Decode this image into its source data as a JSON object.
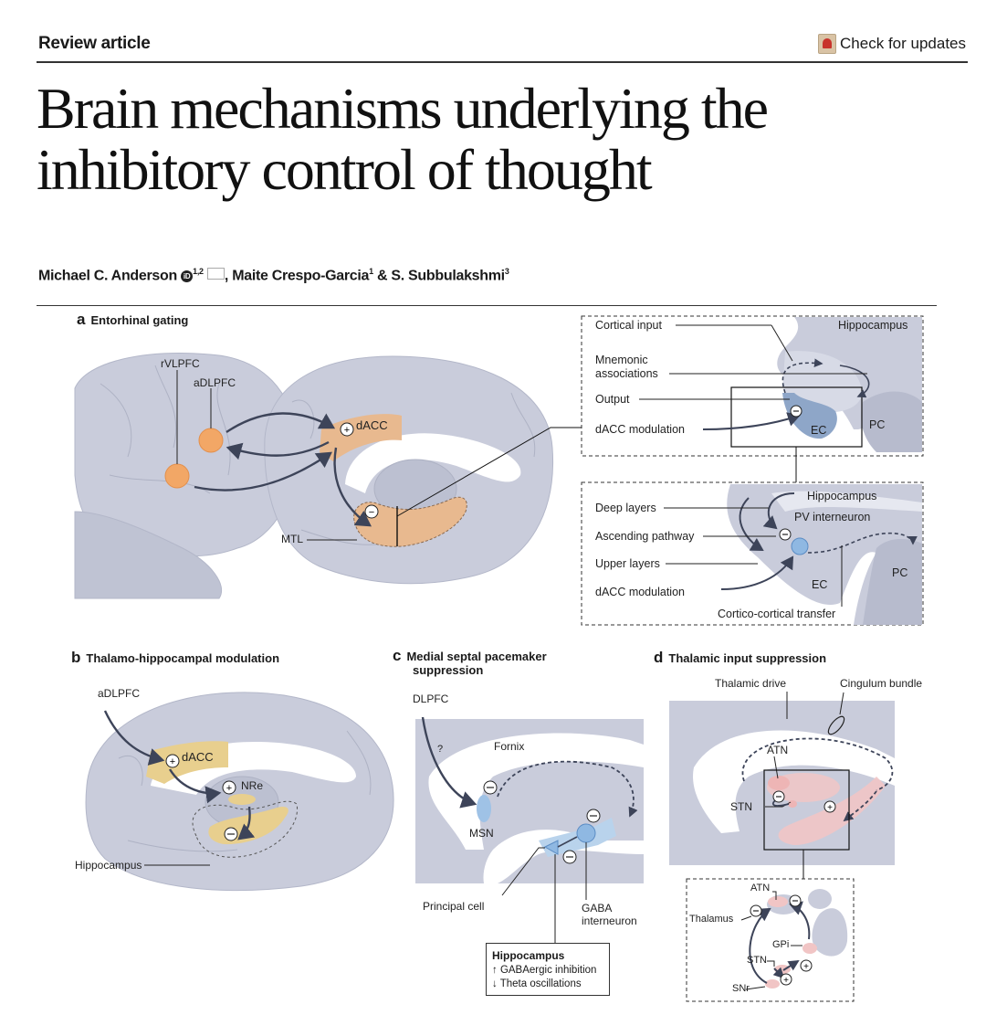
{
  "header": {
    "article_type": "Review article",
    "check_updates_label": "Check for updates",
    "check_updates_icon": "crossmark-icon"
  },
  "title": {
    "line1": "Brain mechanisms underlying the",
    "line2": "inhibitory control of thought"
  },
  "authors": {
    "author1": "Michael C. Anderson",
    "author1_sup": "1,2",
    "author1_icons": [
      "orcid-icon",
      "mail-icon"
    ],
    "sep1": ", ",
    "author2": "Maite Crespo-Garcia",
    "author2_sup": "1",
    "sep2": " & ",
    "author3": "S. Subbulakshmi",
    "author3_sup": "3"
  },
  "figure": {
    "colors": {
      "brain": "#c9ccdb",
      "brain_dark": "#b3b7c9",
      "orange": "#f2a766",
      "orange_region": "#e8b98f",
      "yellow_region": "#e8cf8e",
      "blue_cell": "#8fb8e2",
      "blue_region": "#b9d3ec",
      "pink_region": "#f1c5c5",
      "arrow": "#3d4459"
    },
    "panel_a": {
      "letter": "a",
      "title": "Entorhinal gating",
      "labels": {
        "rvlpfc": "rVLPFC",
        "adlpfc": "aDLPFC",
        "dacc": "dACC",
        "mtl": "MTL",
        "plus": "+",
        "minus": "−"
      },
      "inset_top": {
        "cortical_input": "Cortical input",
        "mnemonic_1": "Mnemonic",
        "mnemonic_2": "associations",
        "output": "Output",
        "dacc_modulation": "dACC modulation",
        "hippocampus": "Hippocampus",
        "ec": "EC",
        "pc": "PC"
      },
      "inset_bottom": {
        "deep_layers": "Deep layers",
        "ascending_pathway": "Ascending pathway",
        "upper_layers": "Upper layers",
        "dacc_modulation": "dACC modulation",
        "hippocampus": "Hippocampus",
        "pv_interneuron": "PV interneuron",
        "ec": "EC",
        "pc": "PC",
        "cortico_transfer": "Cortico-cortical transfer"
      }
    },
    "panel_b": {
      "letter": "b",
      "title": "Thalamo-hippocampal modulation",
      "labels": {
        "adlpfc": "aDLPFC",
        "dacc": "dACC",
        "nre": "NRe",
        "hippocampus": "Hippocampus"
      }
    },
    "panel_c": {
      "letter": "c",
      "title_1": "Medial septal pacemaker",
      "title_2": "suppression",
      "labels": {
        "dlpfc": "DLPFC",
        "question": "?",
        "fornix": "Fornix",
        "msn": "MSN",
        "principal_cell": "Principal cell",
        "gaba_1": "GABA",
        "gaba_2": "interneuron"
      },
      "box": {
        "title": "Hippocampus",
        "line1": "↑ GABAergic inhibition",
        "line2": "↓ Theta oscillations"
      }
    },
    "panel_d": {
      "letter": "d",
      "title": "Thalamic input suppression",
      "labels": {
        "thalamic_drive": "Thalamic drive",
        "cingulum_bundle": "Cingulum bundle",
        "atn": "ATN",
        "stn": "STN"
      },
      "inset": {
        "atn": "ATN",
        "thalamus": "Thalamus",
        "gpi": "GPi",
        "stn": "STN",
        "snr": "SNr"
      }
    }
  }
}
